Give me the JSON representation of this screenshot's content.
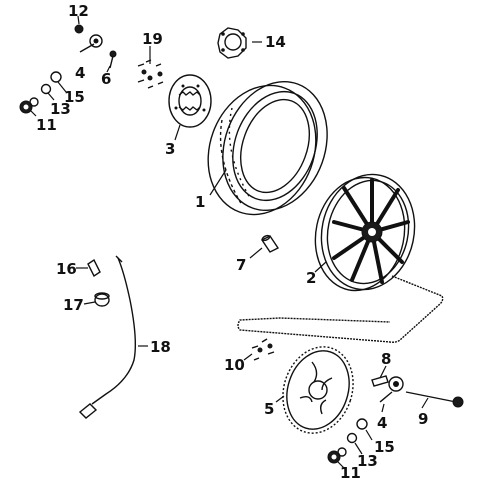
{
  "callouts": [
    {
      "id": "1",
      "label": "1"
    },
    {
      "id": "2",
      "label": "2"
    },
    {
      "id": "3",
      "label": "3"
    },
    {
      "id": "4a",
      "label": "4"
    },
    {
      "id": "4b",
      "label": "4"
    },
    {
      "id": "5",
      "label": "5"
    },
    {
      "id": "6",
      "label": "6"
    },
    {
      "id": "7",
      "label": "7"
    },
    {
      "id": "8",
      "label": "8"
    },
    {
      "id": "9",
      "label": "9"
    },
    {
      "id": "10",
      "label": "10"
    },
    {
      "id": "11a",
      "label": "11"
    },
    {
      "id": "11b",
      "label": "11"
    },
    {
      "id": "12",
      "label": "12"
    },
    {
      "id": "13a",
      "label": "13"
    },
    {
      "id": "13b",
      "label": "13"
    },
    {
      "id": "14",
      "label": "14"
    },
    {
      "id": "15a",
      "label": "15"
    },
    {
      "id": "15b",
      "label": "15"
    },
    {
      "id": "16",
      "label": "16"
    },
    {
      "id": "17",
      "label": "17"
    },
    {
      "id": "18",
      "label": "18"
    },
    {
      "id": "19",
      "label": "19"
    }
  ]
}
